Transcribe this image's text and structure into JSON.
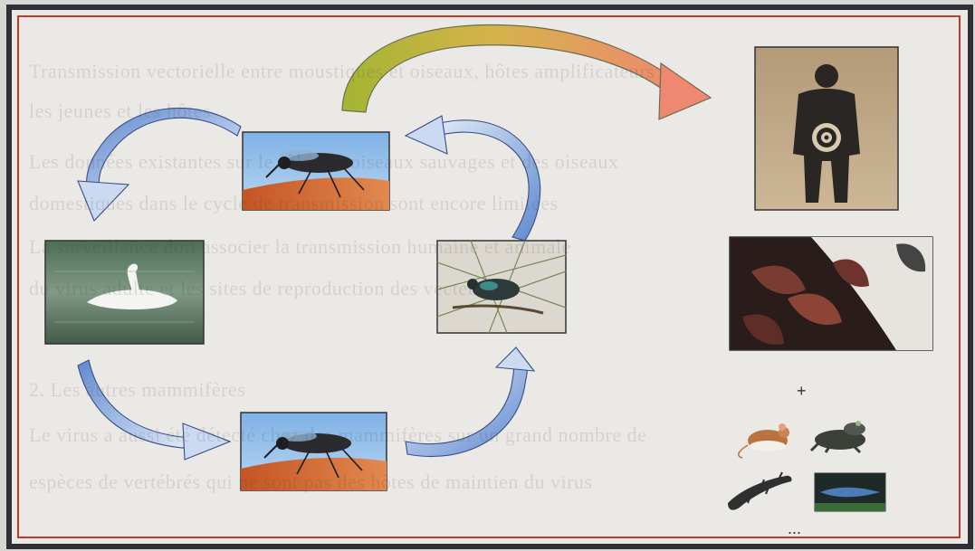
{
  "colors": {
    "page": "#e9e7e4",
    "outer_frame": "#2f2f37",
    "inner_frame": "#c0392b",
    "arrow_blue": "#6f97d6",
    "arrow_blue_light": "#dbe6f5",
    "arrow_curve_start": "#a8b83a",
    "arrow_curve_end": "#e58a6e"
  },
  "icons": {
    "mosquito_top": "mosquito-photo",
    "mosquito_bottom": "mosquito-photo",
    "swan": "swan-photo",
    "bird": "bird-in-net-photo",
    "human_target": "human-silhouette-target-photo",
    "poultry": "poultry-photo",
    "mouse": "mouse-icon",
    "frog": "frog-icon",
    "lizard": "lizard-icon",
    "crocodile": "crocodile-photo"
  },
  "diagram": {
    "plus_sign": "+",
    "ellipsis": "...",
    "bleed_through_text": [
      "Transmission vectorielle entre moustiques et oiseaux, hôtes amplificateurs",
      "les jeunes et les hôtes",
      "Les données existantes sur le rôle des oiseaux sauvages et des oiseaux",
      "domestiques dans le cycle de transmission sont encore limitées",
      "La surveillance doit associer la transmission humaine et animale",
      "du virus adulte et les sites de reproduction des vecteurs",
      "2. Les autres mammifères",
      "Le virus a aussi été détecté chez des mammifères sur un grand nombre de",
      "espèces de vertébrés qui ne sont pas des hôtes de maintien du virus"
    ]
  }
}
